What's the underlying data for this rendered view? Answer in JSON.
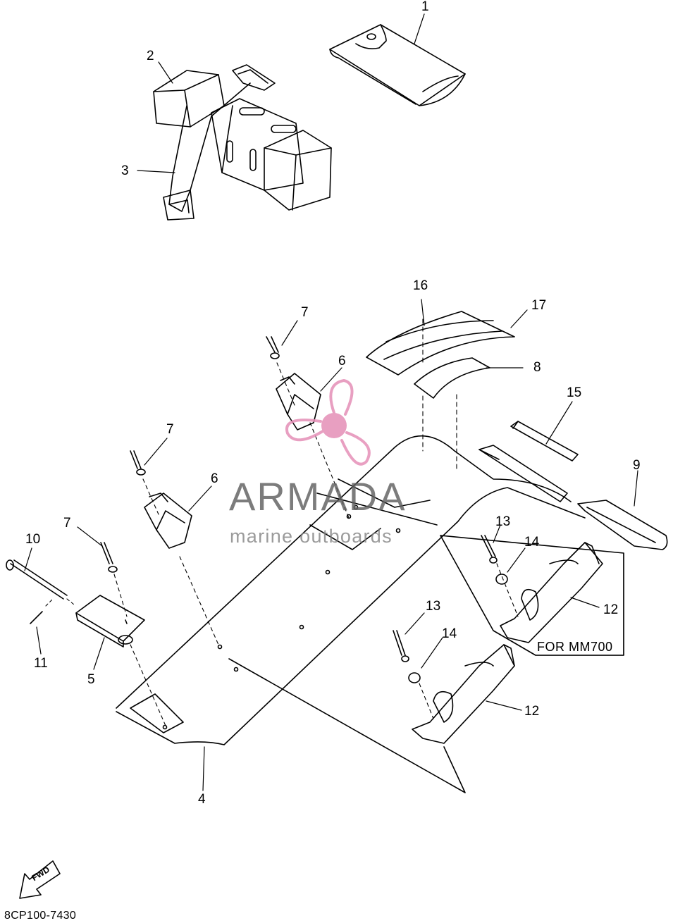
{
  "callouts": [
    {
      "id": "c1",
      "label": "1"
    },
    {
      "id": "c2",
      "label": "2"
    },
    {
      "id": "c3",
      "label": "3"
    },
    {
      "id": "c4",
      "label": "4"
    },
    {
      "id": "c5",
      "label": "5"
    },
    {
      "id": "c6a",
      "label": "6"
    },
    {
      "id": "c6b",
      "label": "6"
    },
    {
      "id": "c7a",
      "label": "7"
    },
    {
      "id": "c7b",
      "label": "7"
    },
    {
      "id": "c7c",
      "label": "7"
    },
    {
      "id": "c8",
      "label": "8"
    },
    {
      "id": "c9",
      "label": "9"
    },
    {
      "id": "c10",
      "label": "10"
    },
    {
      "id": "c11",
      "label": "11"
    },
    {
      "id": "c12a",
      "label": "12"
    },
    {
      "id": "c12b",
      "label": "12"
    },
    {
      "id": "c13a",
      "label": "13"
    },
    {
      "id": "c13b",
      "label": "13"
    },
    {
      "id": "c14a",
      "label": "14"
    },
    {
      "id": "c14b",
      "label": "14"
    },
    {
      "id": "c15",
      "label": "15"
    },
    {
      "id": "c16",
      "label": "16"
    },
    {
      "id": "c17",
      "label": "17"
    }
  ],
  "note_for_model": "FOR MM700",
  "diagram_code": "8CP100-7430",
  "fwd_label": "FWD",
  "watermark": {
    "brand": "ARMADA",
    "tagline": "marine outboards",
    "brand_color": "#e58fb7",
    "text_color": "#606060"
  }
}
